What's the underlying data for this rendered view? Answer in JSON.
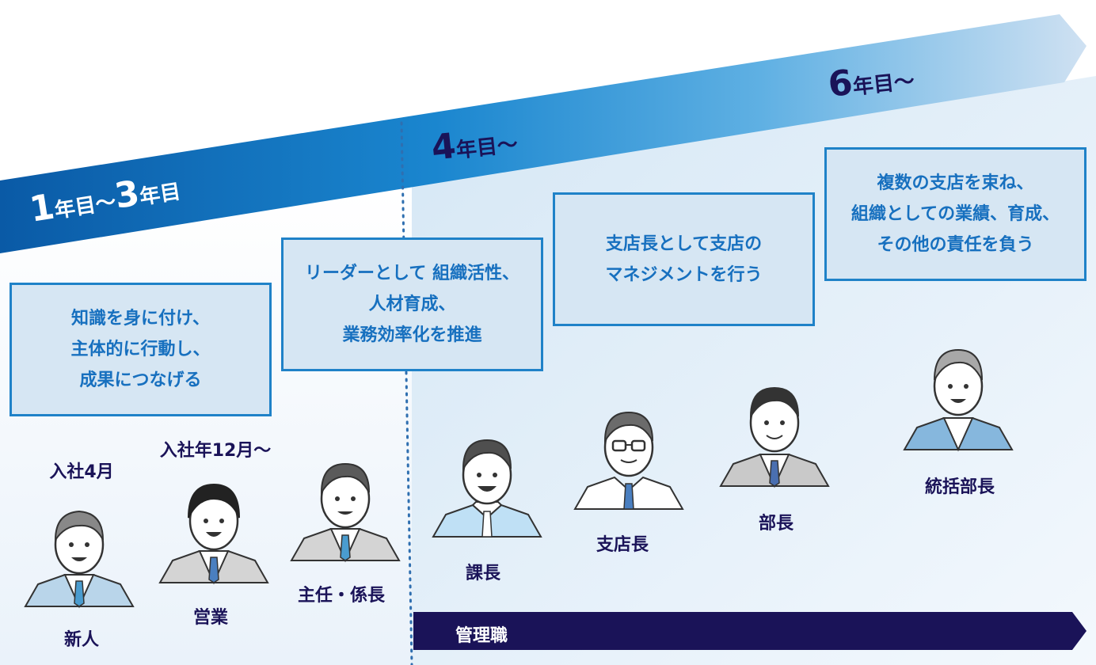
{
  "stages": [
    {
      "num": "1",
      "suffix": "年目〜",
      "num2": "3",
      "suffix2": "年目"
    },
    {
      "num": "4",
      "suffix": "年目〜"
    },
    {
      "num": "6",
      "suffix": "年目〜"
    }
  ],
  "boxes": [
    {
      "lines": [
        "知識を身に付け、",
        "主体的に行動し、",
        "成果につなげる"
      ]
    },
    {
      "lines": [
        "リーダーとして 組織活性、",
        "人材育成、",
        "業務効率化を推進"
      ]
    },
    {
      "lines": [
        "支店長として支店の",
        "マネジメントを行う"
      ]
    },
    {
      "lines": [
        "複数の支店を束ね、",
        "組織としての業績、育成、",
        "その他の責任を負う"
      ]
    }
  ],
  "timing": {
    "join_april": "入社4月",
    "join_year_dec": "入社年12月〜"
  },
  "roles": [
    {
      "label": "新人"
    },
    {
      "label": "営業"
    },
    {
      "label": "主任・係長"
    },
    {
      "label": "課長"
    },
    {
      "label": "支店長"
    },
    {
      "label": "部長"
    },
    {
      "label": "統括部長"
    }
  ],
  "management": {
    "label": "管理職"
  },
  "colors": {
    "arrow_dark": "#0a5aa6",
    "arrow_light": "#cfe1f2",
    "box_border": "#1f82c8",
    "box_fill": "#d6e6f3",
    "box_text": "#1770bf",
    "heading_navy": "#1a1358",
    "management_bar": "#1a1358"
  }
}
